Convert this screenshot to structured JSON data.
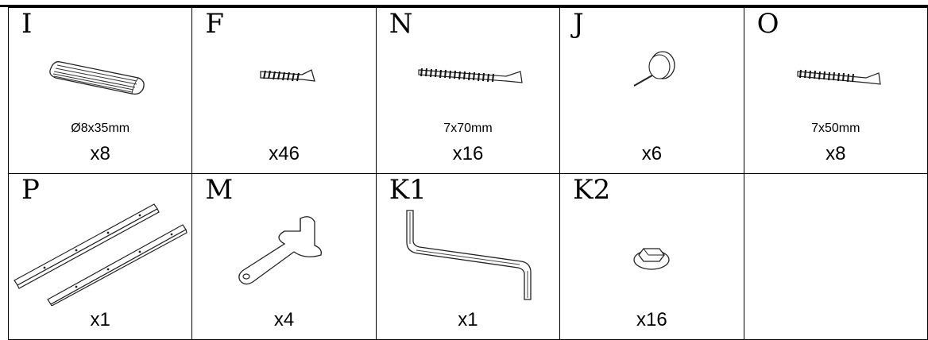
{
  "parts": [
    {
      "code": "I",
      "spec": "Ø8x35mm",
      "qty": "x8",
      "icon": "dowel-icon"
    },
    {
      "code": "F",
      "spec": "",
      "qty": "x46",
      "icon": "short-screw-icon"
    },
    {
      "code": "N",
      "spec": "7x70mm",
      "qty": "x16",
      "icon": "long-screw-icon"
    },
    {
      "code": "J",
      "spec": "",
      "qty": "x6",
      "icon": "glide-nail-icon"
    },
    {
      "code": "O",
      "spec": "7x50mm",
      "qty": "x8",
      "icon": "medium-screw-icon"
    },
    {
      "code": "P",
      "spec": "",
      "qty": "x1",
      "icon": "rail-icon"
    },
    {
      "code": "M",
      "spec": "",
      "qty": "x4",
      "icon": "bracket-icon"
    },
    {
      "code": "K1",
      "spec": "",
      "qty": "x1",
      "icon": "hex-key-icon"
    },
    {
      "code": "K2",
      "spec": "",
      "qty": "x16",
      "icon": "cap-bolt-icon"
    }
  ]
}
